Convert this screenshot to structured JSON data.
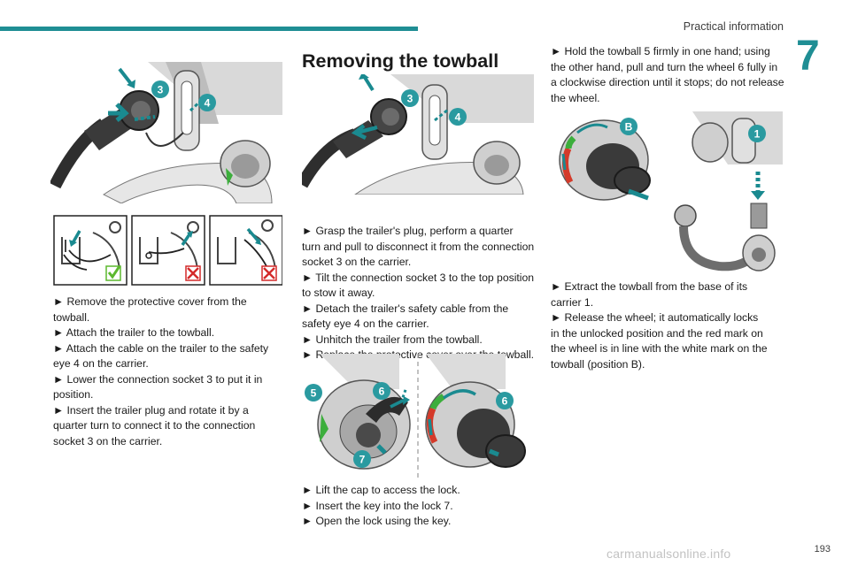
{
  "header": {
    "section_title": "Practical information",
    "chapter_number": "7"
  },
  "page_number": "193",
  "watermark": "carmanualsonline.info",
  "heading": "Removing the towball",
  "badges": {
    "b1": "1",
    "b3": "3",
    "b4": "4",
    "b5": "5",
    "b6": "6",
    "b7": "7",
    "bB": "B"
  },
  "col1": {
    "lines": [
      "► Remove the protective cover from the",
      "towball.",
      "► Attach the trailer to the towball.",
      "► Attach the cable on the trailer to the safety",
      "eye 4 on the carrier.",
      "► Lower the connection socket 3 to put it in",
      "position.",
      "► Insert the trailer plug and rotate it by a",
      "quarter turn to connect it to the connection",
      "socket 3 on the carrier."
    ]
  },
  "col2": {
    "steps_top": [
      "► Grasp the trailer's plug, perform a quarter",
      "turn and pull to disconnect it from the connection",
      "socket 3 on the carrier.",
      "► Tilt the connection socket 3 to the top position",
      "to stow it away.",
      "► Detach the trailer's safety cable from the",
      "safety eye 4 on the carrier.",
      "► Unhitch the trailer from the towball.",
      "► Replace the protective cover over the towball."
    ],
    "steps_bottom": [
      "► Lift the cap to access the lock.",
      "► Insert the key into the lock 7.",
      "► Open the lock using the key."
    ]
  },
  "col3": {
    "steps_top": [
      "► Hold the towball 5 firmly in one hand; using",
      "the other hand, pull and turn the wheel 6 fully in",
      "a clockwise direction until it stops; do not release",
      "the wheel."
    ],
    "steps_bottom": [
      "► Extract the towball from the base of its",
      "carrier 1.",
      "► Release the wheel; it automatically locks",
      "in the unlocked position and the red mark on",
      "the wheel is in line with the white mark on the",
      "towball (position B)."
    ]
  },
  "colors": {
    "accent": "#1f8e94",
    "badge": "#2a9aa0",
    "arrow": "#1a8a90",
    "check": "#5cb82e",
    "cross": "#d42a2a",
    "wheel_red": "#d43a2a",
    "wheel_green": "#3cae3c"
  }
}
